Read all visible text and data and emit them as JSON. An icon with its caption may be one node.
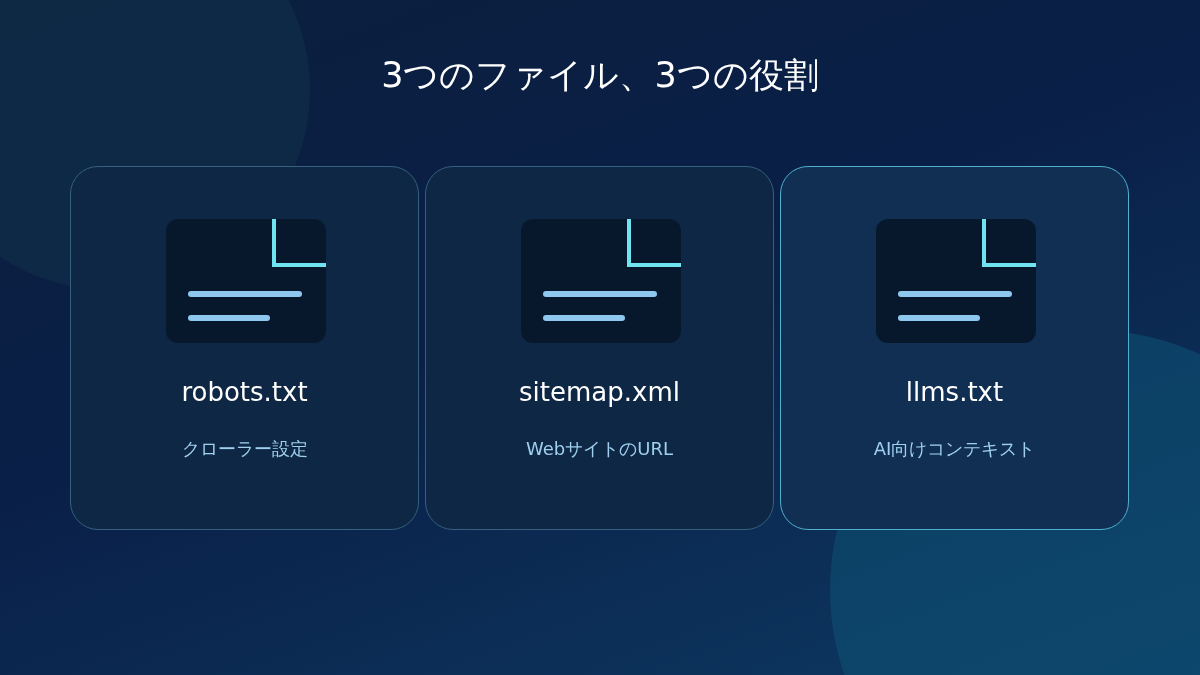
{
  "diagram": {
    "title": "3つのファイル、3つの役割",
    "nodes": [
      {
        "text": [
          "robots.txt",
          "クローラー設定"
        ]
      },
      {
        "text": [
          "sitemap.xml",
          "WebサイトのURL"
        ]
      },
      {
        "text": [
          "llms.txt",
          "AI向けコンテキスト"
        ]
      }
    ]
  }
}
